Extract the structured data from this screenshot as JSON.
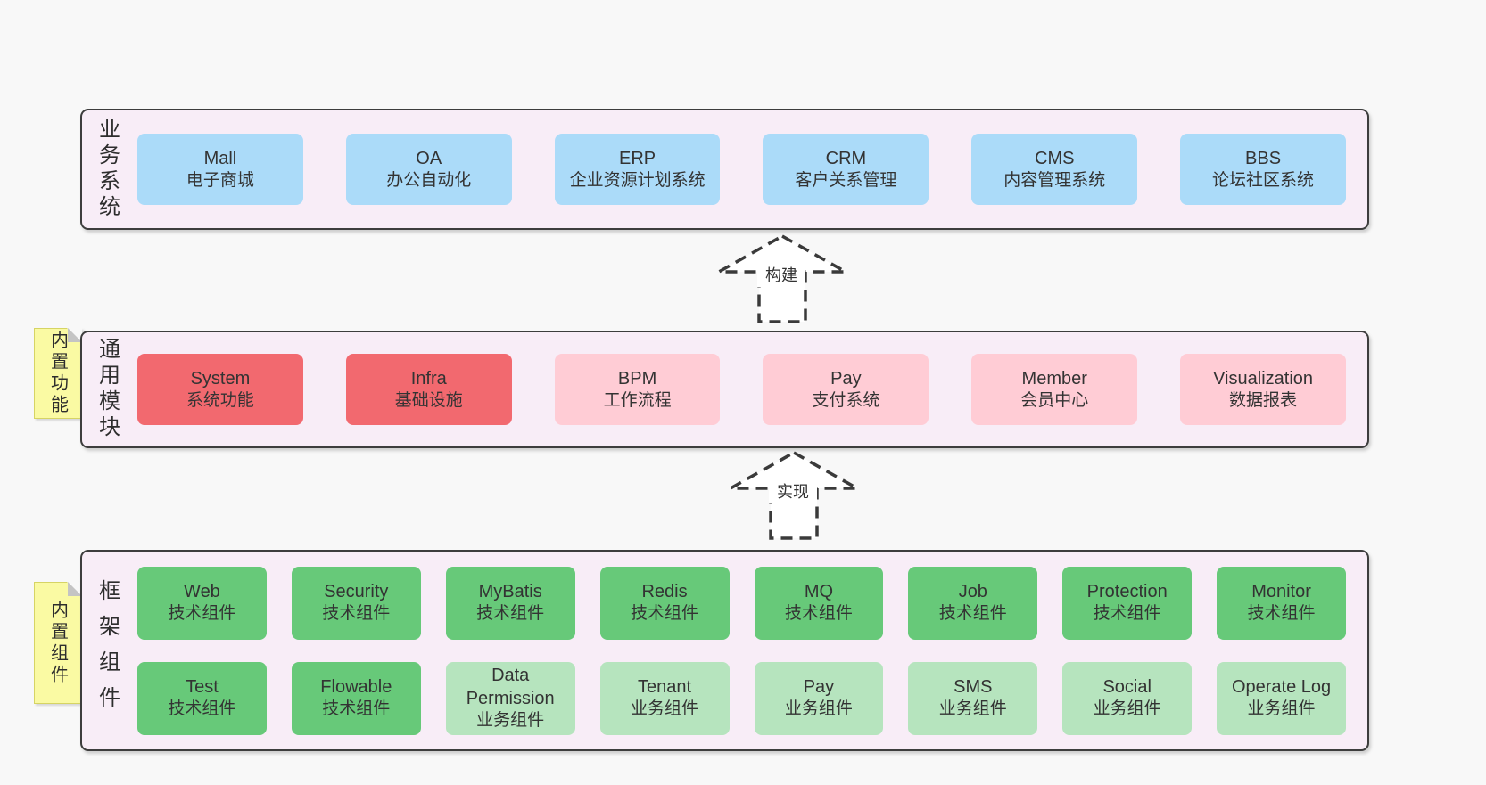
{
  "diagram": {
    "background": "#f8f8f8",
    "colors": {
      "panel_bg": "#f8edf7",
      "panel_border": "#3d3d3d",
      "blue_box": "#abdbf9",
      "red_box": "#f2696f",
      "pink_box": "#ffccd5",
      "green_dark_box": "#67c979",
      "green_light_box": "#b6e4be",
      "note_bg": "#fafaa3",
      "text": "#333333"
    },
    "sections": {
      "business": {
        "side_label": "业务系统",
        "boxes": [
          {
            "name": "Mall",
            "desc": "电子商城"
          },
          {
            "name": "OA",
            "desc": "办公自动化"
          },
          {
            "name": "ERP",
            "desc": "企业资源计划系统"
          },
          {
            "name": "CRM",
            "desc": "客户关系管理"
          },
          {
            "name": "CMS",
            "desc": "内容管理系统"
          },
          {
            "name": "BBS",
            "desc": "论坛社区系统"
          }
        ]
      },
      "arrow_build": {
        "label": "构建"
      },
      "modules": {
        "side_label": "通用模块",
        "note_label": "内置功能",
        "boxes": [
          {
            "name": "System",
            "desc": "系统功能"
          },
          {
            "name": "Infra",
            "desc": "基础设施"
          },
          {
            "name": "BPM",
            "desc": "工作流程"
          },
          {
            "name": "Pay",
            "desc": "支付系统"
          },
          {
            "name": "Member",
            "desc": "会员中心"
          },
          {
            "name": "Visualization",
            "desc": "数据报表"
          }
        ]
      },
      "arrow_implement": {
        "label": "实现"
      },
      "components": {
        "side_label": "框架组件",
        "note_label": "内置组件",
        "row1": [
          {
            "name": "Web",
            "desc": "技术组件"
          },
          {
            "name": "Security",
            "desc": "技术组件"
          },
          {
            "name": "MyBatis",
            "desc": "技术组件"
          },
          {
            "name": "Redis",
            "desc": "技术组件"
          },
          {
            "name": "MQ",
            "desc": "技术组件"
          },
          {
            "name": "Job",
            "desc": "技术组件"
          },
          {
            "name": "Protection",
            "desc": "技术组件"
          },
          {
            "name": "Monitor",
            "desc": "技术组件"
          }
        ],
        "row2": [
          {
            "name": "Test",
            "desc": "技术组件"
          },
          {
            "name": "Flowable",
            "desc": "技术组件"
          },
          {
            "name": "Data Permission",
            "desc": "业务组件"
          },
          {
            "name": "Tenant",
            "desc": "业务组件"
          },
          {
            "name": "Pay",
            "desc": "业务组件"
          },
          {
            "name": "SMS",
            "desc": "业务组件"
          },
          {
            "name": "Social",
            "desc": "业务组件"
          },
          {
            "name": "Operate Log",
            "desc": "业务组件"
          }
        ]
      }
    }
  }
}
